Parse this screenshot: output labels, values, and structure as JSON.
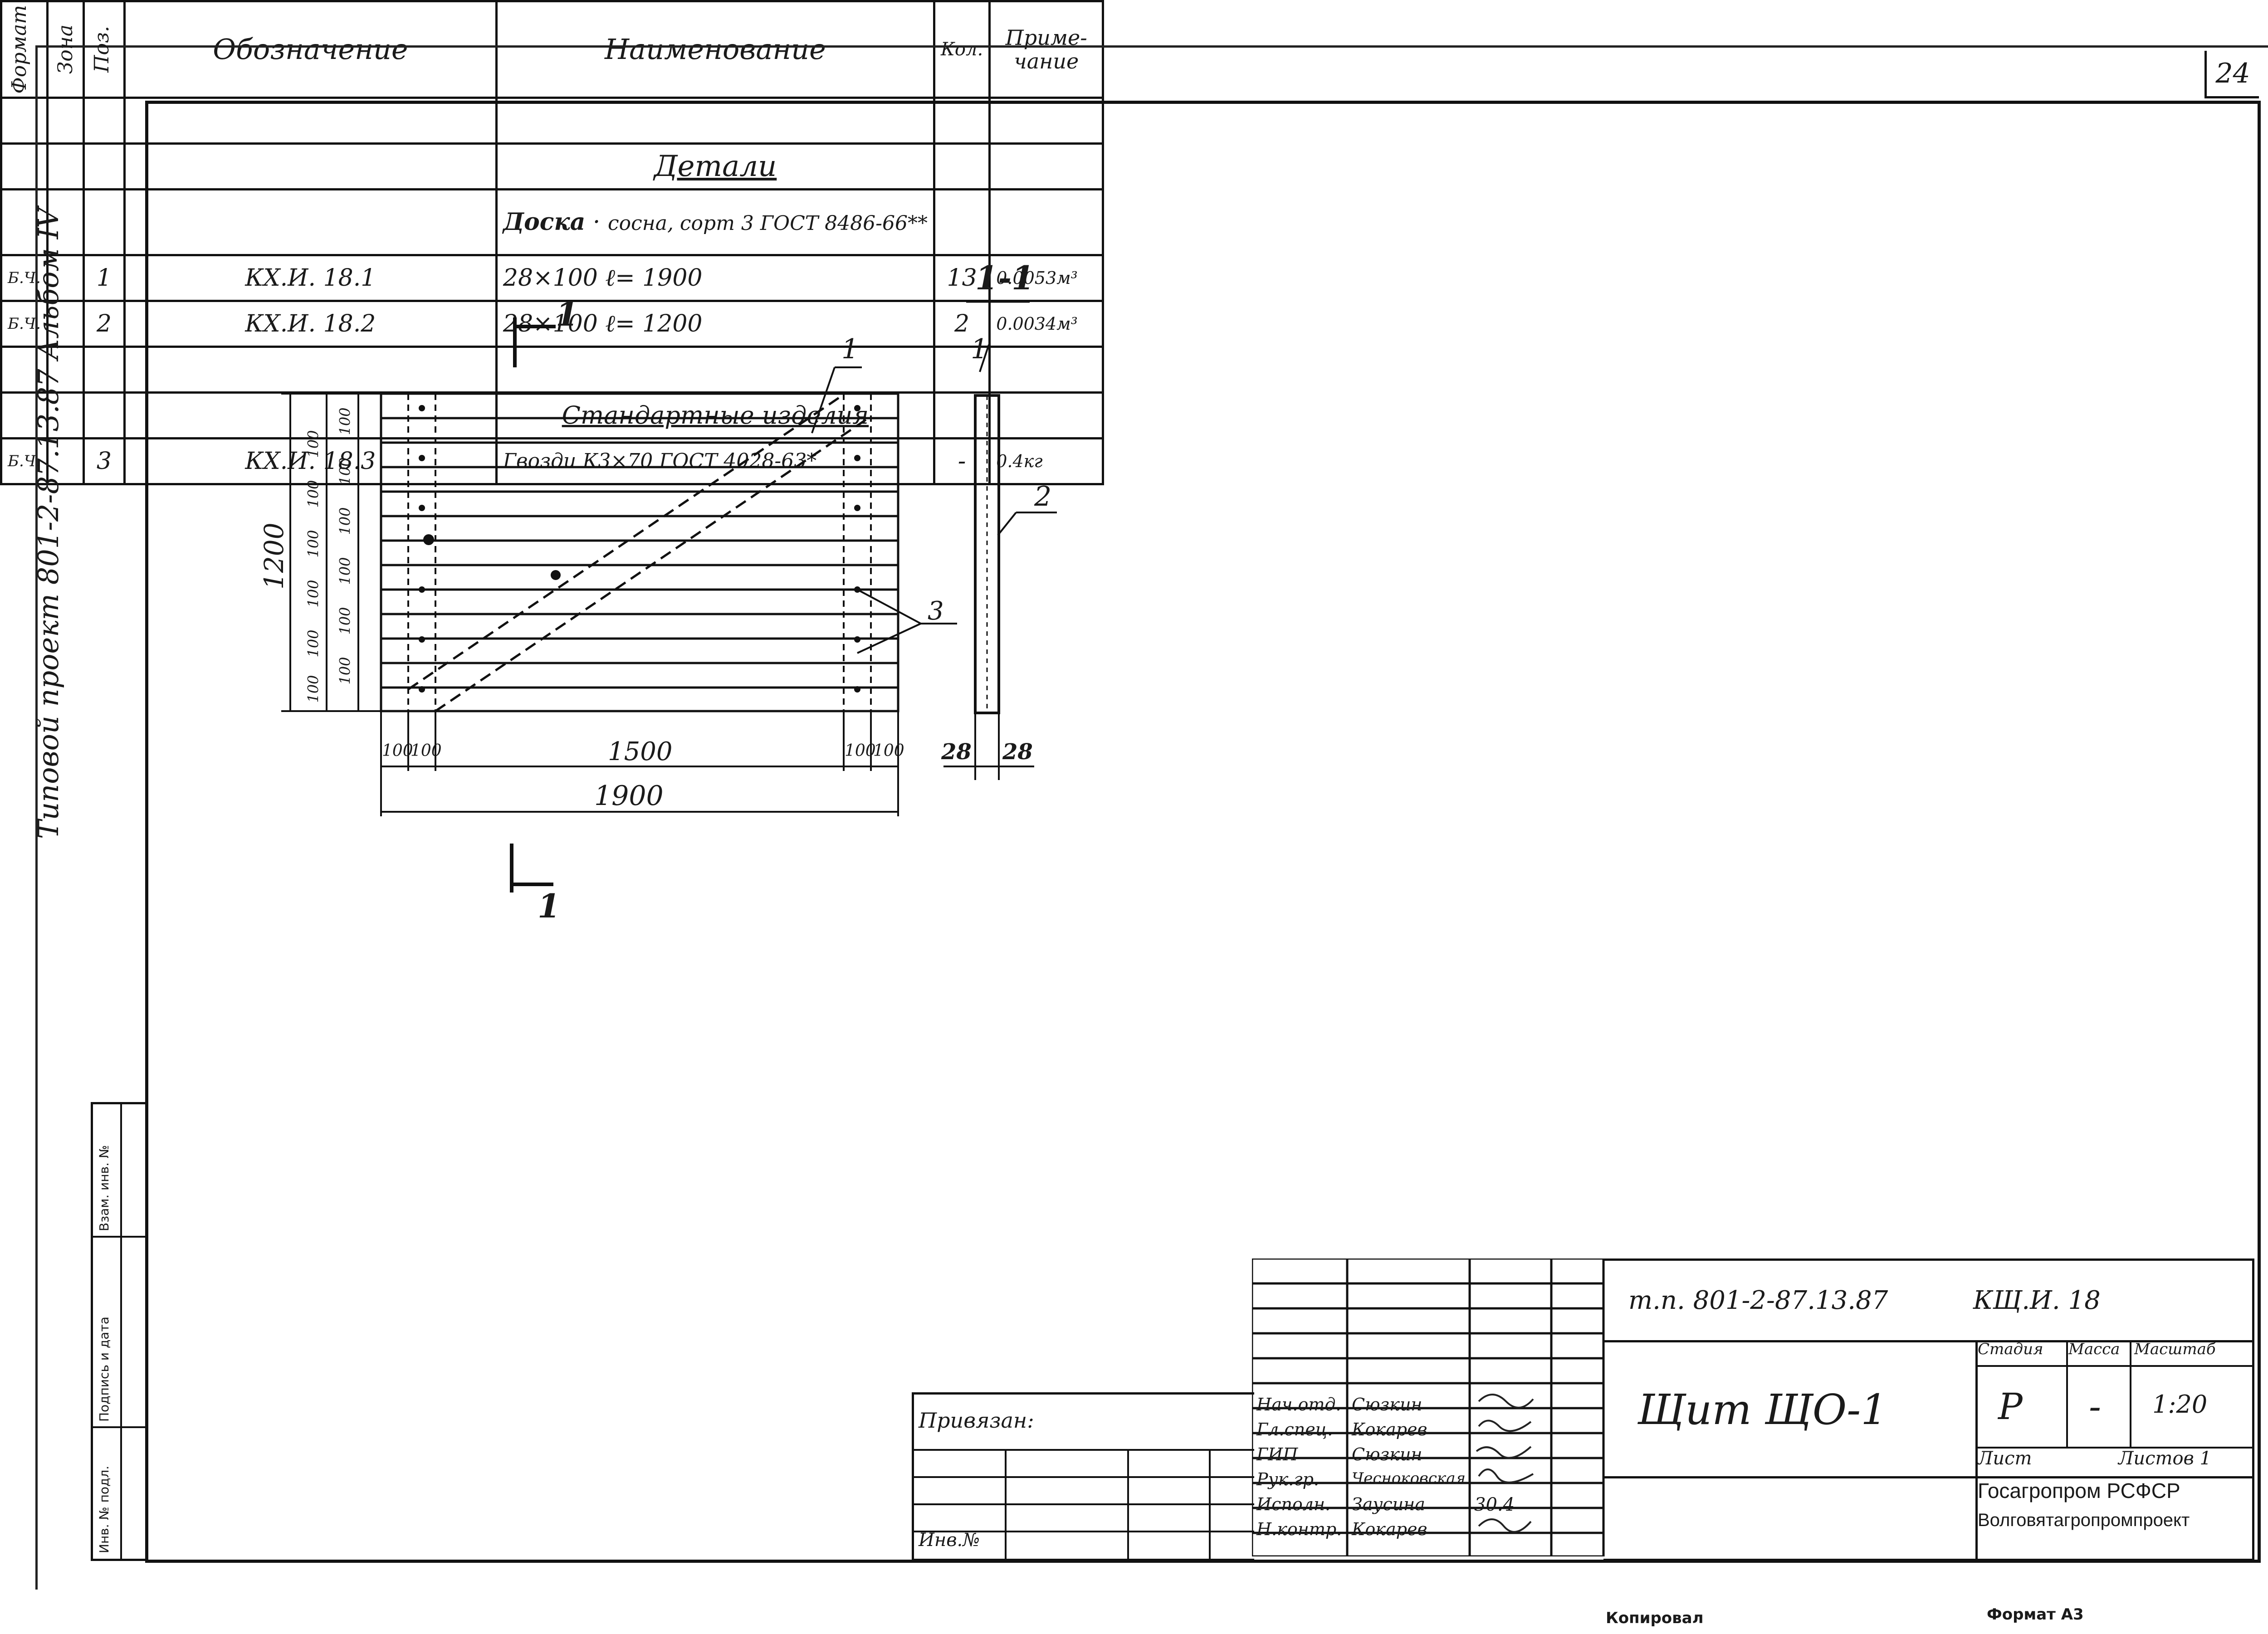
{
  "sheet": {
    "page_number": "24",
    "side_text": "Типовой проект 801-2-87.13.87 Альбом IV",
    "side_stamp_labels": [
      "Взам. инв. №",
      "Подпись и дата",
      "Инв. № подл."
    ],
    "footer_left": "Копировал",
    "footer_right": "Формат А3"
  },
  "drawing": {
    "section_title": "1-1",
    "section_mark_top": "1",
    "section_mark_bottom": "1",
    "pos_callout_1": "1",
    "pos_callout_2": "2",
    "pos_callout_3": "3",
    "section_pos_1": "1",
    "dim_height_total": "1200",
    "dim_left_marks": [
      "100",
      "100",
      "100",
      "100",
      "100",
      "100"
    ],
    "dim_right_marks": [
      "100",
      "100",
      "100",
      "100",
      "100",
      "100"
    ],
    "dim_edge_left": [
      "100",
      "100"
    ],
    "dim_middle": "1500",
    "dim_edge_right": [
      "100",
      "100"
    ],
    "dim_total_width": "1900",
    "dim_section_left": "28",
    "dim_section_right": "28"
  },
  "spec": {
    "headers": {
      "format": "Формат",
      "zone": "Зона",
      "pos": "Поз.",
      "designation": "Обозначение",
      "name": "Наименование",
      "qty": "Кол.",
      "note": "Приме-чание"
    },
    "section_details": "Детали",
    "material_label": "Доска",
    "material_spec": "сосна, сорт 3 ГОСТ 8486-66**",
    "rows": [
      {
        "format": "Б.Ч.",
        "pos": "1",
        "designation": "КХ.И. 18.1",
        "name": "28×100  ℓ= 1900",
        "qty": "13",
        "note": "0.0053м³"
      },
      {
        "format": "Б.Ч.",
        "pos": "2",
        "designation": "КХ.И. 18.2",
        "name": "28×100  ℓ= 1200",
        "qty": "2",
        "note": "0.0034м³"
      }
    ],
    "section_standard": "Стандартные изделия",
    "row3": {
      "format": "Б.Ч.",
      "pos": "3",
      "designation": "КХ.И. 18.3",
      "name": "Гвозди К3×70 ГОСТ 4028-63*",
      "qty": "-",
      "note": "0.4кг"
    }
  },
  "title_block": {
    "project_code": "т.п. 801-2-87.13.87",
    "sheet_code": "КЩ.И. 18",
    "title": "Щит ЩО-1",
    "stage_label": "Стадия",
    "mass_label": "Масса",
    "scale_label": "Масштаб",
    "stage": "Р",
    "mass": "-",
    "scale": "1:20",
    "sheet_label": "Лист",
    "sheets_label": "Листов 1",
    "org_line1": "Госагропром РСФСР",
    "org_line2": "Волговятагропромпроект",
    "bound_label": "Привязан:",
    "inv_label": "Инв.№",
    "signatures": [
      {
        "role": "Нач.отд.",
        "name": "Сюзкин"
      },
      {
        "role": "Гл.спец.",
        "name": "Кокарев"
      },
      {
        "role": "ГИП",
        "name": "Сюзкин"
      },
      {
        "role": "Рук.гр.",
        "name": "Чесноковская"
      },
      {
        "role": "Исполн.",
        "name": "Заусина"
      },
      {
        "role": "Н.контр.",
        "name": "Кокарев"
      }
    ],
    "sign_date_partial": "30.4"
  }
}
